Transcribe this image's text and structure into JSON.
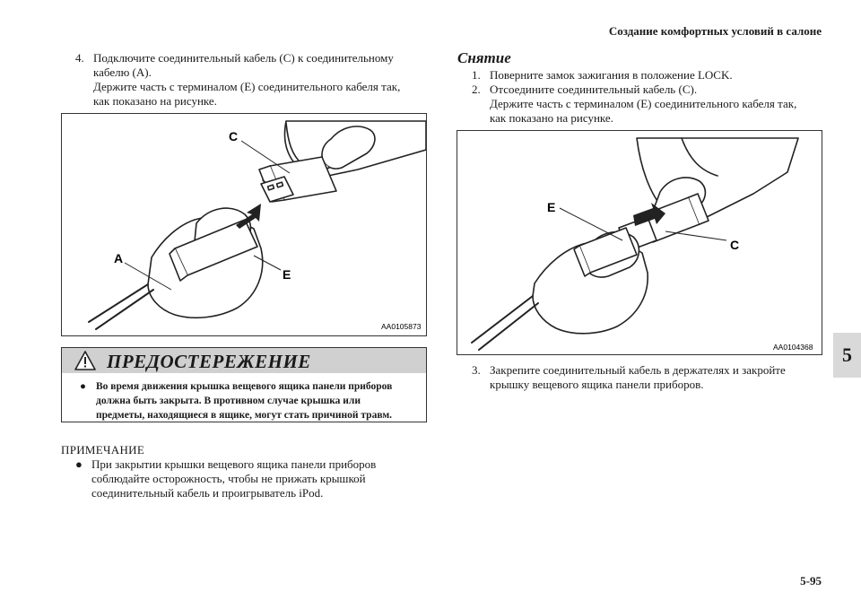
{
  "header": {
    "title": "Создание комфортных условий в салоне"
  },
  "chapter_tab": "5",
  "page_number": "5-95",
  "left": {
    "step4": {
      "num": "4.",
      "line1": "Подключите соединительный кабель (С) к соединительному",
      "line2": "кабелю (А).",
      "line3": "Держите часть с терминалом (Е) соединительного кабеля так,",
      "line4": "как показано на рисунке."
    },
    "figure": {
      "code": "AA0105873",
      "label_c": "C",
      "label_a": "A",
      "label_e": "E"
    },
    "warning": {
      "title": "ПРЕДОСТЕРЕЖЕНИЕ",
      "icon": "warning-triangle-icon",
      "bullet": "●",
      "line1": "Во время движения крышка вещевого ящика панели приборов",
      "line2": "должна быть закрыта. В противном случае крышка или",
      "line3": "предметы, находящиеся в ящике, могут стать причиной травм."
    },
    "note": {
      "title": "ПРИМЕЧАНИЕ",
      "bullet": "●",
      "line1": "При закрытии крышки вещевого ящика панели приборов",
      "line2": "соблюдайте осторожность, чтобы не прижать крышкой",
      "line3": "соединительный кабель и проигрыватель iPod."
    }
  },
  "right": {
    "section_title": "Снятие",
    "step1": {
      "num": "1.",
      "line1": "Поверните замок зажигания в положение LOCK."
    },
    "step2": {
      "num": "2.",
      "line1": "Отсоедините соединительный кабель (С).",
      "line2": "Держите часть с терминалом (Е) соединительного кабеля так,",
      "line3": "как показано на рисунке."
    },
    "figure": {
      "code": "AA0104368",
      "label_e": "E",
      "label_c": "C"
    },
    "step3": {
      "num": "3.",
      "line1": "Закрепите соединительный кабель в держателях и закройте",
      "line2": "крышку вещевого ящика панели приборов."
    }
  }
}
